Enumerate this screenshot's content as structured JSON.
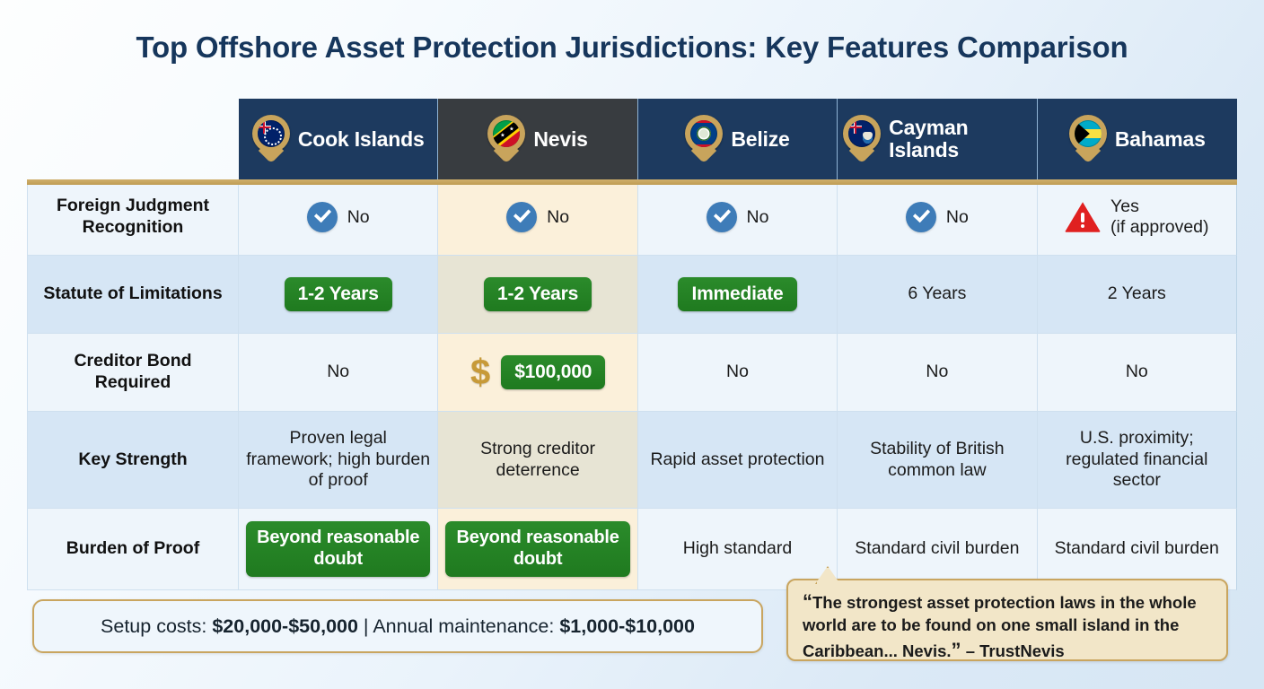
{
  "title": "Top Offshore Asset Protection Jurisdictions: Key Features Comparison",
  "colors": {
    "header_bg": "#1d3a5f",
    "header_bg_highlight": "#383c40",
    "accent_gold": "#c9a55f",
    "badge_green": "#228b22",
    "check_blue": "#3e7cb8",
    "warn_red": "#e02020",
    "row_odd": "#eef5fb",
    "row_even": "#d6e6f5",
    "highlight_col_odd": "#fbf0da",
    "highlight_col_even": "#e7e4d4"
  },
  "table": {
    "corner_label": "",
    "columns": [
      {
        "name": "Cook Islands",
        "flag": "cook-islands-flag",
        "highlight": false
      },
      {
        "name": "Nevis",
        "flag": "nevis-flag",
        "highlight": true
      },
      {
        "name": "Belize",
        "flag": "belize-flag",
        "highlight": false
      },
      {
        "name": "Cayman Islands",
        "flag": "cayman-islands-flag",
        "highlight": false
      },
      {
        "name": "Bahamas",
        "flag": "bahamas-flag",
        "highlight": false
      }
    ],
    "rows": [
      {
        "label": "Foreign Judgment Recognition",
        "cells": [
          {
            "text": "No",
            "icon": "check-circle-icon",
            "style": "plain"
          },
          {
            "text": "No",
            "icon": "check-circle-icon",
            "style": "plain"
          },
          {
            "text": "No",
            "icon": "check-circle-icon",
            "style": "plain"
          },
          {
            "text": "No",
            "icon": "check-circle-icon",
            "style": "plain"
          },
          {
            "text": "Yes\n(if approved)",
            "icon": "warning-triangle-icon",
            "style": "plain"
          }
        ]
      },
      {
        "label": "Statute of Limitations",
        "cells": [
          {
            "text": "1-2 Years",
            "icon": null,
            "style": "badge"
          },
          {
            "text": "1-2 Years",
            "icon": null,
            "style": "badge"
          },
          {
            "text": "Immediate",
            "icon": null,
            "style": "badge"
          },
          {
            "text": "6 Years",
            "icon": null,
            "style": "plain"
          },
          {
            "text": "2 Years",
            "icon": null,
            "style": "plain"
          }
        ]
      },
      {
        "label": "Creditor Bond Required",
        "cells": [
          {
            "text": "No",
            "icon": null,
            "style": "plain"
          },
          {
            "text": "$100,000",
            "icon": "dollar-sign-icon",
            "style": "badge"
          },
          {
            "text": "No",
            "icon": null,
            "style": "plain"
          },
          {
            "text": "No",
            "icon": null,
            "style": "plain"
          },
          {
            "text": "No",
            "icon": null,
            "style": "plain"
          }
        ]
      },
      {
        "label": "Key Strength",
        "cells": [
          {
            "text": "Proven legal framework; high burden of proof",
            "icon": null,
            "style": "plain"
          },
          {
            "text": "Strong creditor deterrence",
            "icon": null,
            "style": "plain"
          },
          {
            "text": "Rapid asset protection",
            "icon": null,
            "style": "plain"
          },
          {
            "text": "Stability of British common law",
            "icon": null,
            "style": "plain"
          },
          {
            "text": "U.S. proximity; regulated financial sector",
            "icon": null,
            "style": "plain"
          }
        ]
      },
      {
        "label": "Burden of Proof",
        "cells": [
          {
            "text": "Beyond reasonable doubt",
            "icon": null,
            "style": "badge"
          },
          {
            "text": "Beyond reasonable doubt",
            "icon": null,
            "style": "badge"
          },
          {
            "text": "High standard",
            "icon": null,
            "style": "plain"
          },
          {
            "text": "Standard civil burden",
            "icon": null,
            "style": "plain"
          },
          {
            "text": "Standard civil burden",
            "icon": null,
            "style": "plain"
          }
        ]
      }
    ]
  },
  "cost_bar": {
    "setup_label": "Setup costs:",
    "setup_value": "$20,000-$50,000",
    "separator": "|",
    "annual_label": "Annual maintenance:",
    "annual_value": "$1,000-$10,000"
  },
  "quote": {
    "open_mark": "“",
    "body": "The strongest asset protection laws in the whole world are to be found on one small island in the Caribbean... Nevis.",
    "close_mark": "”",
    "attribution": "– TrustNevis"
  }
}
